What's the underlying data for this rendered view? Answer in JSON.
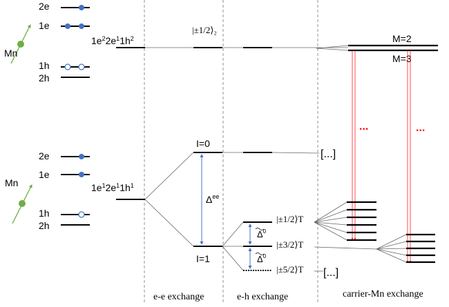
{
  "colors": {
    "level": "#000000",
    "thin_line": "#666666",
    "divider": "#777777",
    "electron": "#4472c4",
    "hole_fill": "#ffffff",
    "hole_stroke": "#4472c4",
    "mn_spin": "#70ad47",
    "transition": "#ff0000",
    "delta_arrow": "#4472c4",
    "text": "#000000"
  },
  "top_panel": {
    "mn_label": "Mn",
    "level_2e": "2e",
    "level_1e": "1e",
    "level_1h": "1h",
    "level_2h": "2h",
    "config": {
      "p1": "1e",
      "s1": "2",
      "p2": "2e",
      "s2": "1",
      "p3": "1h",
      "s3": "2"
    },
    "ket_label": "|±1/2⟩₂",
    "M2_label": "M=2",
    "M3_label": "M=3",
    "dots": "..."
  },
  "bottom_panel": {
    "mn_label": "Mn",
    "level_2e": "2e",
    "level_1e": "1e",
    "level_1h": "1h",
    "level_2h": "2h",
    "config": {
      "p1": "1e",
      "s1": "1",
      "p2": "2e",
      "s2": "1",
      "p3": "1h",
      "s3": "1"
    },
    "I0_label": "I=0",
    "I1_label": "I=1",
    "delta_ee": "Δ",
    "delta_ee_sup": "ee",
    "delta0": "Δ",
    "delta0_sup": "0",
    "bracket_top": "[...]",
    "bracket_bottom": "[...]",
    "ket_half": "|±1/2⟩T",
    "ket_three_half": "|±3/2⟩T",
    "ket_five_half": "|±5/2⟩T",
    "dots": "..."
  },
  "columns": {
    "ee": "e-e exchange",
    "eh": "e-h exchange",
    "cmn": "carrier-Mn exchange"
  }
}
